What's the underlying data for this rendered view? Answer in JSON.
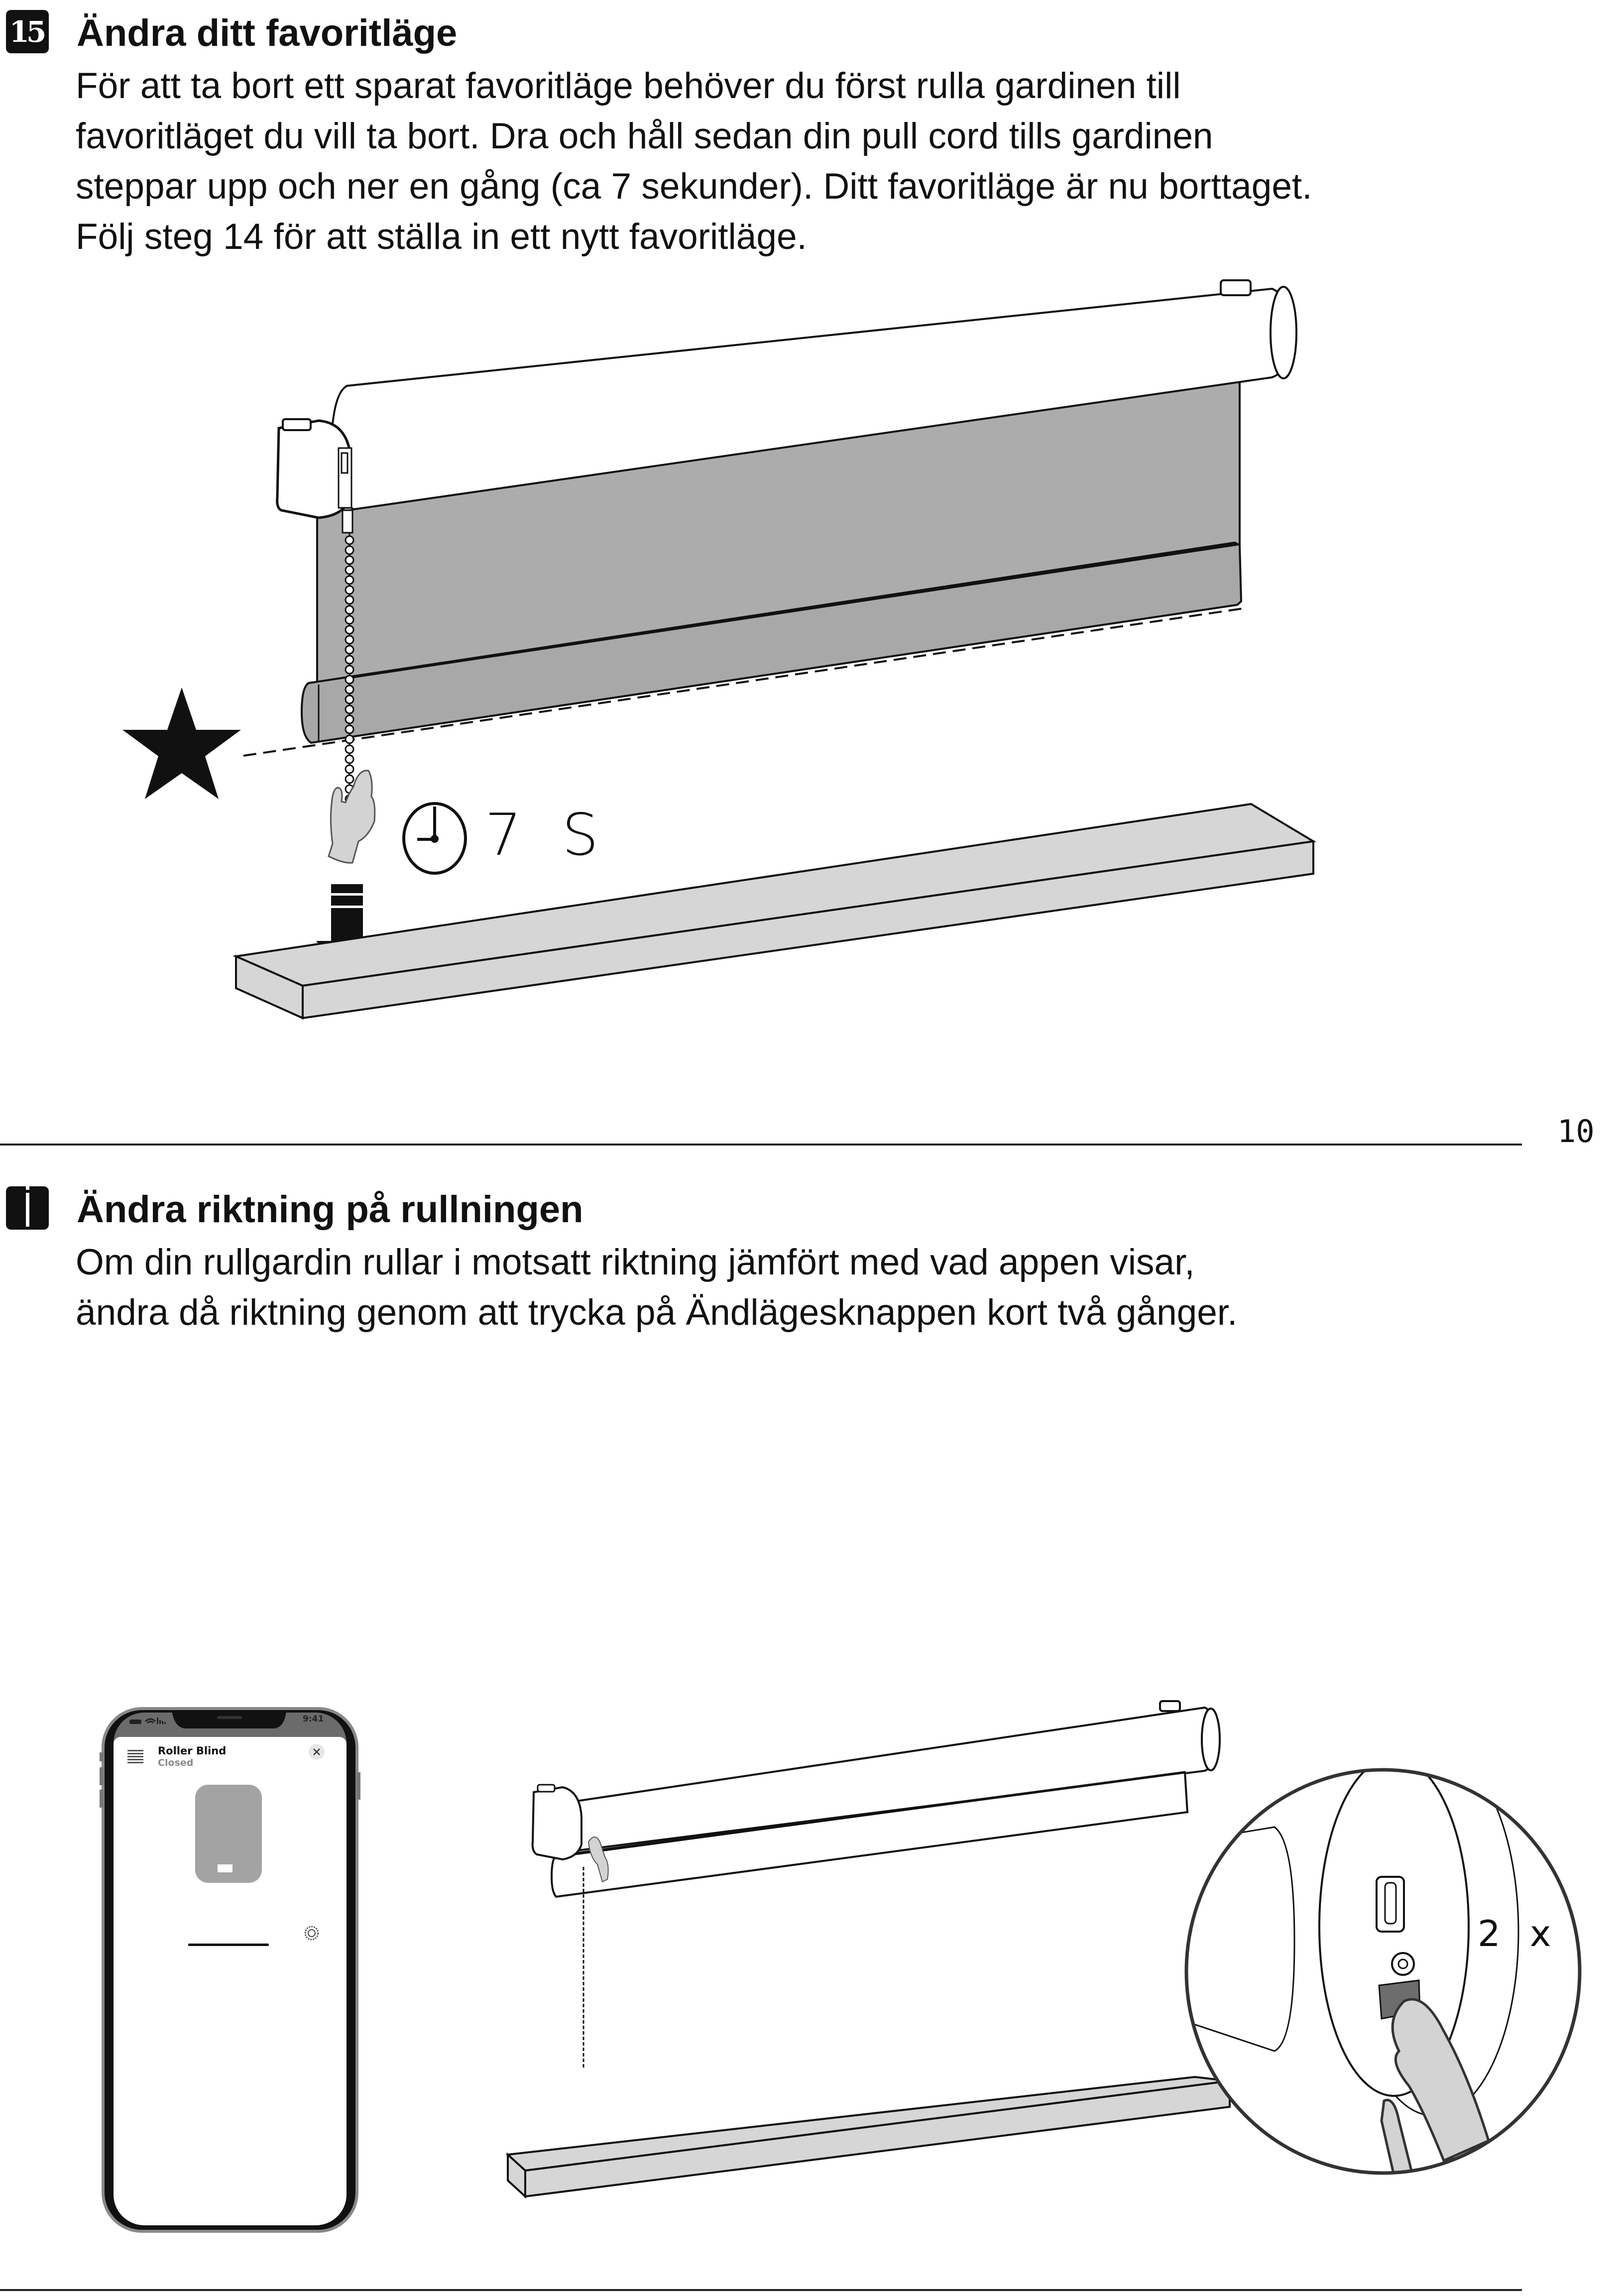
{
  "page": {
    "number": "10"
  },
  "sections": [
    {
      "badge": "15",
      "badge_type": "step-number",
      "title": "Ändra ditt favoritläge",
      "body_lines": [
        "För att ta bort ett sparat favoritläge behöver du först rulla gardinen till",
        "favoritläget du vill ta bort. Dra och håll sedan din pull cord tills gardinen",
        "steppar upp och ner en gång (ca 7 sekunder). Ditt favoritläge är nu borttaget.",
        "Följ steg 14 för att ställa in ett nytt favoritläge."
      ],
      "illustration": {
        "timer_label": "7 S",
        "icons": [
          "star-icon",
          "clock-icon",
          "hand-icon",
          "down-arrow-icon",
          "pull-chain"
        ]
      }
    },
    {
      "badge": "i",
      "badge_type": "info",
      "title": "Ändra riktning på rullningen",
      "body_lines": [
        "Om din rullgardin rullar i motsatt riktning jämfört med vad appen visar,",
        "ändra då riktning genom att trycka på Ändlägesknappen kort två gånger."
      ],
      "illustration": {
        "press_count_label": "2 x",
        "phone": {
          "status_time": "9:41",
          "device_name": "Roller Blind",
          "device_state": "Closed",
          "icons": [
            "blind-icon",
            "close-icon",
            "settings-gear-icon",
            "status-battery-icon",
            "wifi-icon",
            "signal-icon"
          ]
        }
      }
    }
  ],
  "colors": {
    "ink": "#111111",
    "fabric": "#acacac",
    "board": "#d6d6d6",
    "hand": "#d3d3d3",
    "app_tile": "#a3a3a3"
  }
}
